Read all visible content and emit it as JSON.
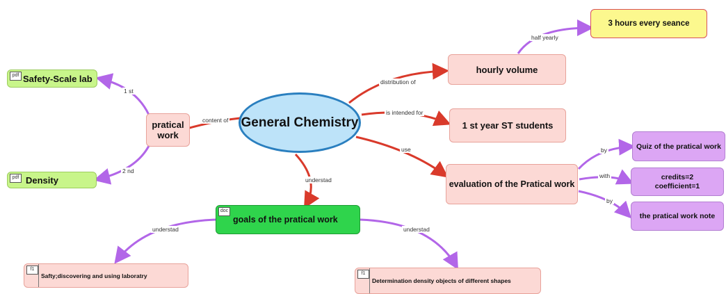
{
  "center": "General Chemistry",
  "nodes": {
    "safety_scale_lab": {
      "text": "Safety-Scale lab",
      "tag": "pdf"
    },
    "density": {
      "text": "Density",
      "tag": "pdf"
    },
    "pratical_work": "pratical work",
    "hourly_volume": "hourly volume",
    "three_hours": "3 hours every seance",
    "students": "1 st year ST students",
    "evaluation": "evaluation of the Pratical work",
    "quiz": "Quiz of the pratical work",
    "credits": "credits=2\ncoefficient=1",
    "note": "the pratical work note",
    "goals": {
      "text": "goals of the pratical work",
      "tag": "doc"
    },
    "safty": {
      "text": "Safty;discovering and using laboratry",
      "tag": "f1"
    },
    "determination": {
      "text": "Determination density objects of different  shapes",
      "tag": "f1"
    }
  },
  "links": {
    "first": "1 st",
    "second": "2 nd",
    "content_of": "content of",
    "distribution_of": "distribution of",
    "half_yearly": "half yearly",
    "intended_for": "is intended for",
    "use": "use",
    "by_quiz": "by",
    "with": "with",
    "by_note": "by",
    "understad_goals": "understad",
    "understad_safty": "understad",
    "understad_det": "understad"
  },
  "colors": {
    "red_link": "#d93a2b",
    "purple_link": "#b266e8",
    "center_border": "#2a7fbf"
  }
}
